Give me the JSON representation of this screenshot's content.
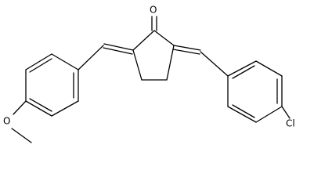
{
  "molecule": {
    "atom_labels": {
      "carbonyl_oxygen": "O",
      "ether_oxygen": "O",
      "chlorine": "Cl"
    },
    "colors": {
      "bond": "#000000",
      "label": "#000000",
      "background": "#ffffff"
    }
  }
}
